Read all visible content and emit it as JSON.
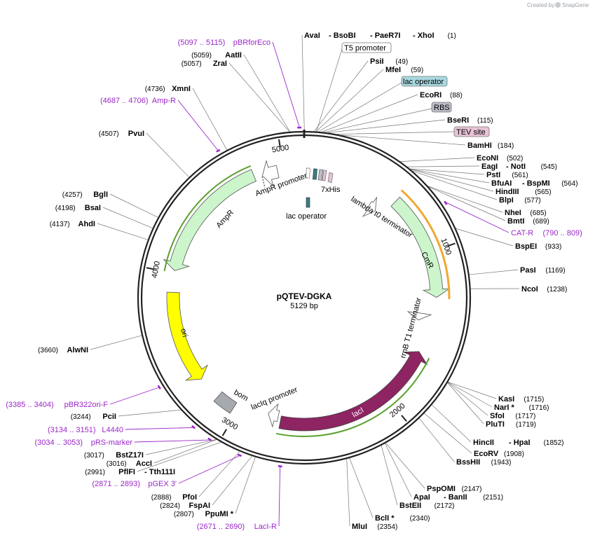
{
  "credit": {
    "text": "Created by",
    "brand": "SnapGene"
  },
  "plasmid": {
    "name": "pQTEV-DGKA",
    "length_text": "5129 bp",
    "length": 5129
  },
  "ticks": [
    "1000",
    "2000",
    "3000",
    "4000",
    "5000"
  ],
  "colors": {
    "backbone": "#222222",
    "ampr": "#ccf5cc",
    "cmr": "#ccf5cc",
    "laci": "#8e2462",
    "ori": "#ffff00",
    "bom": "#a6a9ad",
    "lac_operator": "#3a7b85",
    "tev_site": "#e7c3d4",
    "rbs": "#b9bcc4",
    "primer": "#9b27c9",
    "orange_feature": "#f0a830",
    "green_feature": "#8bd46a",
    "leader": "#777777"
  },
  "features": {
    "ampr": "AmpR",
    "ampr_promoter": "AmpR promoter",
    "lac_operator_inner": "lac operator",
    "his_tag": "7xHis",
    "lambda_terminator": "lambda t0 terminator",
    "cmr": "CmR",
    "rrnb_terminator": "rrnB T1 terminator",
    "laci": "lacI",
    "laciq_promoter": "lacIq promoter",
    "bom": "bom",
    "ori": "ori"
  },
  "boxed_features": [
    {
      "label": "T5 promoter",
      "kind": "promoter"
    },
    {
      "label": "lac operator",
      "kind": "operator"
    },
    {
      "label": "RBS",
      "kind": "rbs"
    },
    {
      "label": "TEV site",
      "kind": "tev"
    }
  ],
  "sites": [
    {
      "name": "AvaI",
      "pos": "",
      "side": "right"
    },
    {
      "name": "- BsoBI",
      "pos": "",
      "side": "right"
    },
    {
      "name": "- PaeR7I",
      "pos": "",
      "side": "right"
    },
    {
      "name": "- XhoI",
      "pos": "(1)",
      "side": "right"
    },
    {
      "name": "PsiI",
      "pos": "(49)",
      "side": "right"
    },
    {
      "name": "MfeI",
      "pos": "(59)",
      "side": "right"
    },
    {
      "name": "EcoRI",
      "pos": "(88)",
      "side": "right"
    },
    {
      "name": "BseRI",
      "pos": "(115)",
      "side": "right"
    },
    {
      "name": "BamHI",
      "pos": "(184)",
      "side": "right"
    },
    {
      "name": "EcoNI",
      "pos": "(502)",
      "side": "right"
    },
    {
      "name": "EagI",
      "pos": "",
      "side": "right"
    },
    {
      "name": "- NotI",
      "pos": "(545)",
      "side": "right"
    },
    {
      "name": "PstI",
      "pos": "(561)",
      "side": "right"
    },
    {
      "name": "BfuAI",
      "pos": "",
      "side": "right"
    },
    {
      "name": "- BspMI",
      "pos": "(564)",
      "side": "right"
    },
    {
      "name": "HindIII",
      "pos": "(565)",
      "side": "right"
    },
    {
      "name": "BlpI",
      "pos": "(577)",
      "side": "right"
    },
    {
      "name": "NheI",
      "pos": "(685)",
      "side": "right"
    },
    {
      "name": "BmtI",
      "pos": "(689)",
      "side": "right"
    },
    {
      "name": "BspEI",
      "pos": "(933)",
      "side": "right"
    },
    {
      "name": "PasI",
      "pos": "(1169)",
      "side": "right"
    },
    {
      "name": "NcoI",
      "pos": "(1238)",
      "side": "right"
    },
    {
      "name": "KasI",
      "pos": "(1715)",
      "side": "right"
    },
    {
      "name": "NarI *",
      "pos": "(1716)",
      "side": "right"
    },
    {
      "name": "SfoI",
      "pos": "(1717)",
      "side": "right"
    },
    {
      "name": "PluTI",
      "pos": "(1719)",
      "side": "right"
    },
    {
      "name": "HincII",
      "pos": "",
      "side": "right"
    },
    {
      "name": "- HpaI",
      "pos": "(1852)",
      "side": "right"
    },
    {
      "name": "EcoRV",
      "pos": "(1908)",
      "side": "right"
    },
    {
      "name": "BssHII",
      "pos": "(1943)",
      "side": "right"
    },
    {
      "name": "PspOMI",
      "pos": "(2147)",
      "side": "right"
    },
    {
      "name": "ApaI",
      "pos": "",
      "side": "right"
    },
    {
      "name": "- BanII",
      "pos": "(2151)",
      "side": "right"
    },
    {
      "name": "BstEII",
      "pos": "(2172)",
      "side": "right"
    },
    {
      "name": "BclI *",
      "pos": "(2340)",
      "side": "right"
    },
    {
      "name": "MluI",
      "pos": "(2354)",
      "side": "right"
    },
    {
      "name": "PpuMI *",
      "pos": "(2807)",
      "side": "left"
    },
    {
      "name": "FspAI",
      "pos": "(2824)",
      "side": "left"
    },
    {
      "name": "PfoI",
      "pos": "(2888)",
      "side": "left"
    },
    {
      "name": "PflFI",
      "pos": "(2991)",
      "side": "left"
    },
    {
      "name": "- Tth111I",
      "pos": "",
      "side": "right"
    },
    {
      "name": "AccI",
      "pos": "(3016)",
      "side": "left"
    },
    {
      "name": "BstZ17I",
      "pos": "(3017)",
      "side": "left"
    },
    {
      "name": "PciI",
      "pos": "(3244)",
      "side": "left"
    },
    {
      "name": "AlwNI",
      "pos": "(3660)",
      "side": "left"
    },
    {
      "name": "AhdI",
      "pos": "(4137)",
      "side": "left"
    },
    {
      "name": "BsaI",
      "pos": "(4198)",
      "side": "left"
    },
    {
      "name": "BglI",
      "pos": "(4257)",
      "side": "left"
    },
    {
      "name": "PvuI",
      "pos": "(4507)",
      "side": "left"
    },
    {
      "name": "XmnI",
      "pos": "(4736)",
      "side": "left"
    },
    {
      "name": "ZraI",
      "pos": "(5057)",
      "side": "left"
    },
    {
      "name": "AatII",
      "pos": "(5059)",
      "side": "left"
    }
  ],
  "primers": [
    {
      "name": "pBRforEco",
      "range": "(5097 .. 5115)",
      "side": "left"
    },
    {
      "name": "Amp-R",
      "range": "(4687 .. 4706)",
      "side": "left"
    },
    {
      "name": "CAT-R",
      "range": "(790 .. 809)",
      "side": "right"
    },
    {
      "name": "pBR322ori-F",
      "range": "(3385 .. 3404)",
      "side": "left"
    },
    {
      "name": "L4440",
      "range": "(3134 .. 3151)",
      "side": "left"
    },
    {
      "name": "pRS-marker",
      "range": "(3034 .. 3053)",
      "side": "left"
    },
    {
      "name": "pGEX 3'",
      "range": "(2871 .. 2893)",
      "side": "left"
    },
    {
      "name": "LacI-R",
      "range": "(2671 .. 2690)",
      "side": "left"
    }
  ]
}
